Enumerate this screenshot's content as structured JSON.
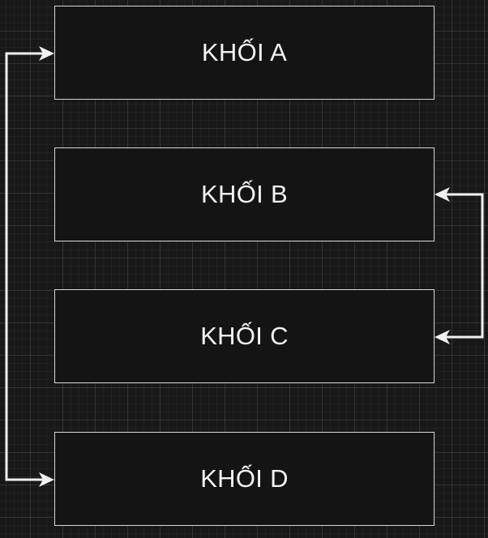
{
  "diagram": {
    "blocks": [
      {
        "id": "a",
        "label": "KHỐI A"
      },
      {
        "id": "b",
        "label": "KHỐI B"
      },
      {
        "id": "c",
        "label": "KHỐI C"
      },
      {
        "id": "d",
        "label": "KHỐI D"
      }
    ],
    "connectors": [
      {
        "from": "a",
        "to": "d",
        "side": "left",
        "arrowheads": "both"
      },
      {
        "from": "b",
        "to": "c",
        "side": "right",
        "arrowheads": "both"
      }
    ],
    "colors": {
      "background": "#181818",
      "block_fill": "#141414",
      "block_border": "#d8d8d8",
      "connector": "#f0f0f0",
      "text": "#f2f2f2"
    }
  }
}
